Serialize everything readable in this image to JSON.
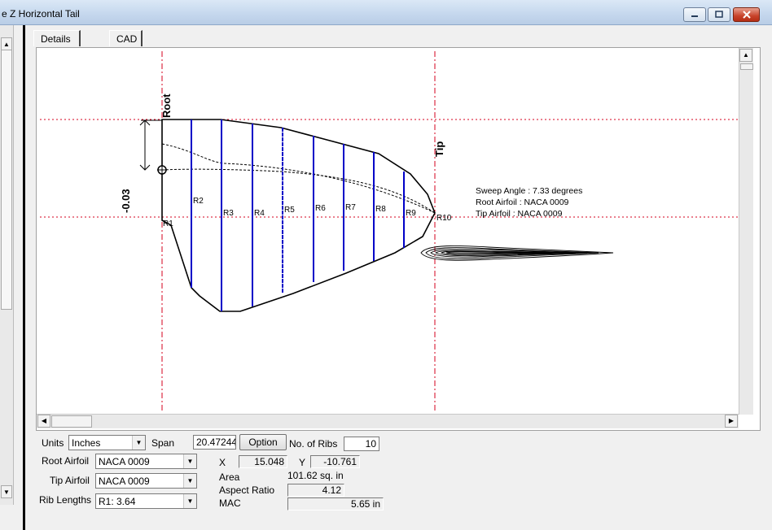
{
  "window": {
    "title": "e Z Horizontal Tail"
  },
  "tabs": [
    {
      "label": "Details",
      "active": true
    },
    {
      "label": "CAD",
      "active": false
    }
  ],
  "drawing": {
    "root_label": "Root",
    "tip_label": "Tip",
    "offset_value": "-0.03",
    "rib_labels": [
      "R1",
      "R2",
      "R3",
      "R4",
      "R5",
      "R6",
      "R7",
      "R8",
      "R9",
      "R10"
    ],
    "info": {
      "sweep": "Sweep Angle : 7.33 degrees",
      "root_airfoil": "Root Airfoil : NACA 0009",
      "tip_airfoil": "Tip Airfoil    : NACA 0009"
    },
    "colors": {
      "rib": "#0000c8",
      "guide": "#d4001e",
      "outline": "#000000"
    }
  },
  "form": {
    "units_label": "Units",
    "units_value": "Inches",
    "span_label": "Span",
    "span_value": "20.47244",
    "option_button": "Option",
    "ribs_label": "No. of Ribs",
    "ribs_value": "10",
    "root_airfoil_label": "Root Airfoil",
    "root_airfoil_value": "NACA 0009",
    "tip_airfoil_label": "Tip Airfoil",
    "tip_airfoil_value": "NACA 0009",
    "rib_lengths_label": "Rib Lengths",
    "rib_lengths_value": "R1: 3.64",
    "x_label": "X",
    "x_value": "15.048",
    "y_label": "Y",
    "y_value": "-10.761",
    "area_label": "Area",
    "area_value": "101.62 sq. in",
    "aspect_label": "Aspect Ratio",
    "aspect_value": "4.12",
    "mac_label": "MAC",
    "mac_value": "5.65 in"
  }
}
